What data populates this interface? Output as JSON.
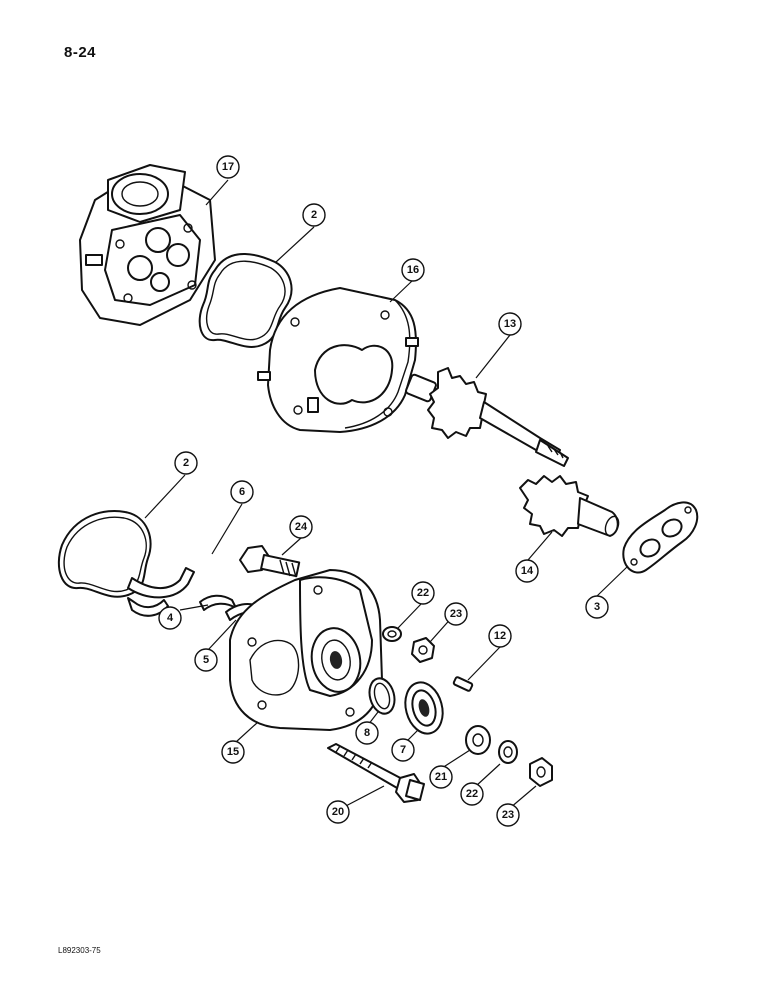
{
  "page_number": "8-24",
  "figure_code": "L892303-75",
  "callouts": {
    "c17": "17",
    "c2_top": "2",
    "c16": "16",
    "c13": "13",
    "c2_left": "2",
    "c6": "6",
    "c24": "24",
    "c14": "14",
    "c3": "3",
    "c22_top": "22",
    "c23_top": "23",
    "c12": "12",
    "c4": "4",
    "c5": "5",
    "c8": "8",
    "c7": "7",
    "c15": "15",
    "c21": "21",
    "c22_bottom": "22",
    "c23_bottom": "23",
    "c20": "20"
  }
}
